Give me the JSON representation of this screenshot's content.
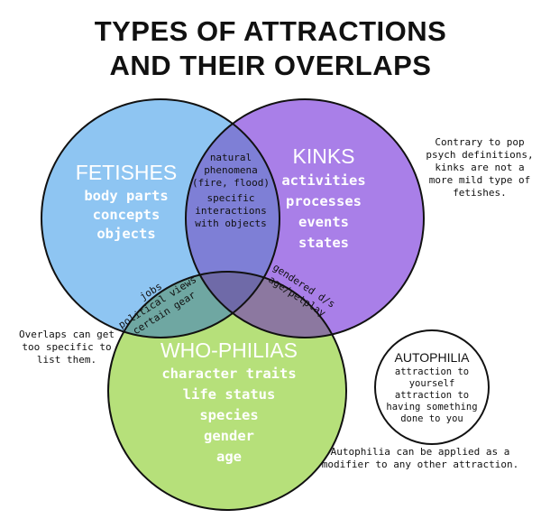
{
  "title": {
    "line1": "TYPES OF ATTRACTIONS",
    "line2": "AND THEIR OVERLAPS"
  },
  "colors": {
    "fetishes": "#8ec5f2",
    "kinks": "#a97fe8",
    "philias": "#b6e07a",
    "fetish_kink": "#7e7fd6",
    "fetish_philia": "#6fa7a2",
    "kink_philia": "#8c78a0",
    "center": "#6f6aa8",
    "outline": "#111111"
  },
  "fetishes": {
    "heading": "FETISHES",
    "items": [
      "body parts",
      "concepts",
      "objects"
    ]
  },
  "kinks": {
    "heading": "KINKS",
    "items": [
      "activities",
      "processes",
      "events",
      "states"
    ]
  },
  "philias": {
    "heading": "WHO-PHILIAS",
    "items": [
      "character traits",
      "life status",
      "species",
      "gender",
      "age"
    ]
  },
  "overlaps": {
    "fetish_kink": [
      "natural",
      "phenomena",
      "(fire, flood)",
      "specific",
      "interactions",
      "with objects"
    ],
    "fetish_philia": [
      "jobs",
      "political views",
      "certain gear"
    ],
    "kink_philia": [
      "gendered d/s",
      "age/petplay"
    ]
  },
  "autophilia": {
    "heading": "AUTOPHILIA",
    "items": [
      "attraction to",
      "yourself",
      "attraction to",
      "having something",
      "done to you"
    ]
  },
  "notes": {
    "pop_psych": [
      "Contrary to pop",
      "psych definitions,",
      "kinks are not a",
      "more mild type of",
      "fetishes."
    ],
    "overlaps_specific": [
      "Overlaps can get",
      "too specific to",
      "list them."
    ],
    "autophilia_modifier": [
      "Autophilia can be applied as a",
      "modifier to any other attraction."
    ]
  }
}
